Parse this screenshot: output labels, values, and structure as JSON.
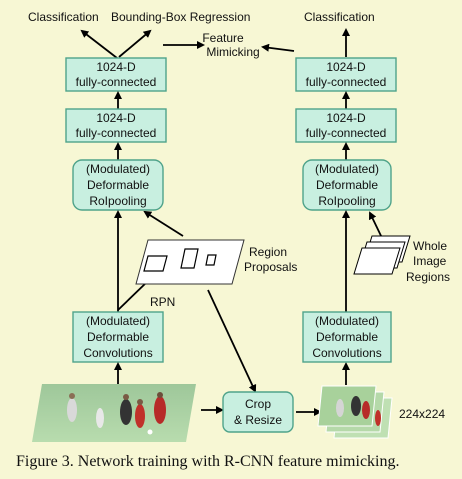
{
  "left_branch": {
    "outputs": {
      "classification": "Classification",
      "bbox_regression": "Bounding-Box Regression"
    },
    "fc_top": [
      "1024-D",
      "fully-connected"
    ],
    "fc_bottom": [
      "1024-D",
      "fully-connected"
    ],
    "roipool": [
      "(Modulated)",
      "Deformable",
      "RoIpooling"
    ],
    "conv": [
      "(Modulated)",
      "Deformable",
      "Convolutions"
    ],
    "rpn_label": "RPN"
  },
  "right_branch": {
    "outputs": {
      "classification": "Classification"
    },
    "fc_top": [
      "1024-D",
      "fully-connected"
    ],
    "fc_bottom": [
      "1024-D",
      "fully-connected"
    ],
    "roipool": [
      "(Modulated)",
      "Deformable",
      "RoIpooling"
    ],
    "conv": [
      "(Modulated)",
      "Deformable",
      "Convolutions"
    ],
    "whole_image_regions": [
      "Whole",
      "Image",
      "Regions"
    ],
    "crop_size": "224x224"
  },
  "feature_mimicking": [
    "Feature",
    "Mimicking"
  ],
  "region_proposals": [
    "Region",
    "Proposals"
  ],
  "crop_resize": [
    "Crop",
    "& Resize"
  ],
  "caption": "Figure 3. Network training with R-CNN feature mimicking.",
  "colors": {
    "box_fill": "#c8efe0",
    "box_stroke": "#4fa38a",
    "background": "#f7f7d4"
  }
}
